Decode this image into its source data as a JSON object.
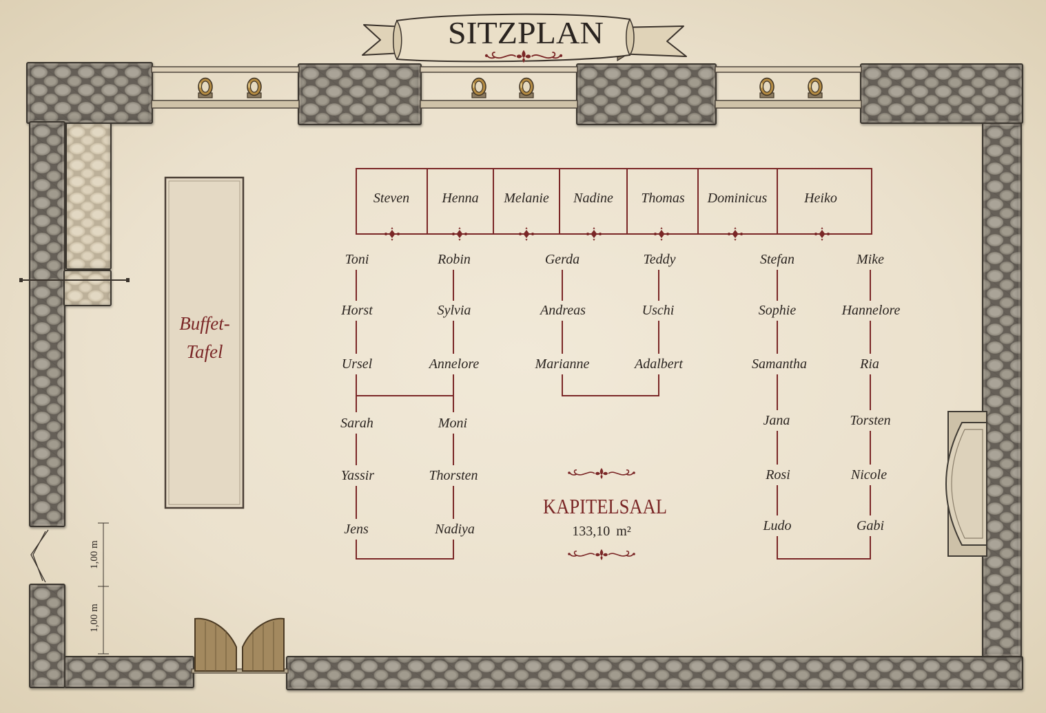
{
  "title": "SITZPLAN",
  "room": {
    "name": "KAPITELSAAL",
    "area": "133,10 m²"
  },
  "buffet": {
    "line1": "Buffet-",
    "line2": "Tafel"
  },
  "dimensions": {
    "upper": "1,00 m",
    "lower": "1,00 m"
  },
  "seating": {
    "head_table": [
      "Steven",
      "Henna",
      "Melanie",
      "Nadine",
      "Thomas",
      "Dominicus",
      "Heiko"
    ],
    "left_table": {
      "outer_side": [
        "Toni",
        "Horst",
        "Ursel",
        "Sarah",
        "Yassir",
        "Jens"
      ],
      "inner_side": [
        "Robin",
        "Sylvia",
        "Annelore",
        "Moni",
        "Thorsten",
        "Nadiya"
      ]
    },
    "center_table": {
      "left_side": [
        "Gerda",
        "Andreas",
        "Marianne"
      ],
      "right_side": [
        "Teddy",
        "Uschi",
        "Adalbert"
      ]
    },
    "right_table": {
      "left_side": [
        "Stefan",
        "Sophie",
        "Samantha",
        "Jana",
        "Rosi",
        "Ludo"
      ],
      "right_side": [
        "Mike",
        "Hannelore",
        "Ria",
        "Torsten",
        "Nicole",
        "Gabi"
      ]
    }
  },
  "icons": {
    "window": "window-ring-icon",
    "ornament": "flourish-icon",
    "table_marker": "diamond-ornament-icon",
    "door": "door-icon"
  },
  "colors": {
    "parchment": "#ede4d2",
    "accent": "#7a2626",
    "ink": "#2a2420",
    "stone": "#8b8579",
    "wood": "#a3895f"
  }
}
